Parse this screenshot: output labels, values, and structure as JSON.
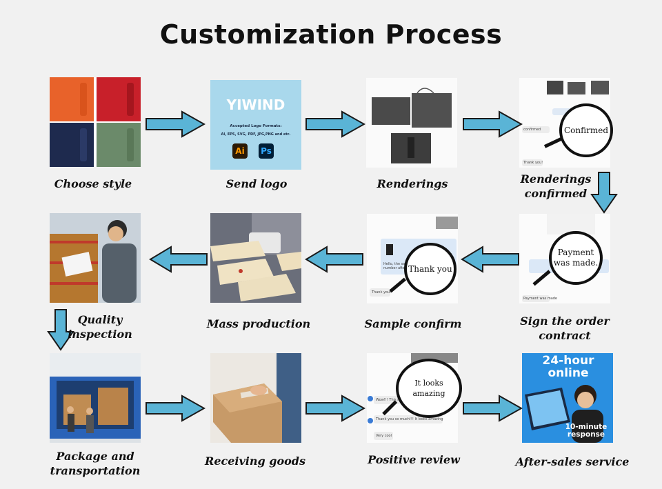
{
  "title": "Customization Process",
  "steps": [
    {
      "label": "Choose style"
    },
    {
      "label": "Send logo"
    },
    {
      "label": "Renderings"
    },
    {
      "label": "Renderings\nconfirmed"
    },
    {
      "label": "Sign the order\ncontract"
    },
    {
      "label": "Sample confirm"
    },
    {
      "label": "Mass production"
    },
    {
      "label": "Quality\ninspection"
    },
    {
      "label": "Package and\ntransportation"
    },
    {
      "label": "Receiving goods"
    },
    {
      "label": "Positive review"
    },
    {
      "label": "After-sales service"
    }
  ],
  "logo_card": {
    "brand": "YIWIND",
    "formats_heading": "Accepted Logo Formats:",
    "formats_list": "AI, EPS, SVG, PDF, JPG,PNG and etc.",
    "ai": "Ai",
    "ps": "Ps"
  },
  "bubbles": {
    "confirmed": "Confirmed",
    "payment": "Payment was made.",
    "thank_you": "Thank you",
    "amazing": "It looks amazing"
  },
  "chat_snippets": {
    "confirmed_msg": "confirmed",
    "thank_msg": "Thank you!",
    "hello_msg": "Hello, the sample number after...",
    "payment_msg": "Payment was made",
    "wow_msg": "Wow!!! This is b...",
    "thanks_msg": "Thank you so much!!! It looks amazing",
    "verycool_msg": "Very cool"
  },
  "after_sales": {
    "headline": "24-hour online",
    "badge": "10-minute response"
  },
  "colors": {
    "arrow_fill": "#5ab4d6",
    "arrow_stroke": "#1a1a1a",
    "background": "#f1f1f1"
  }
}
